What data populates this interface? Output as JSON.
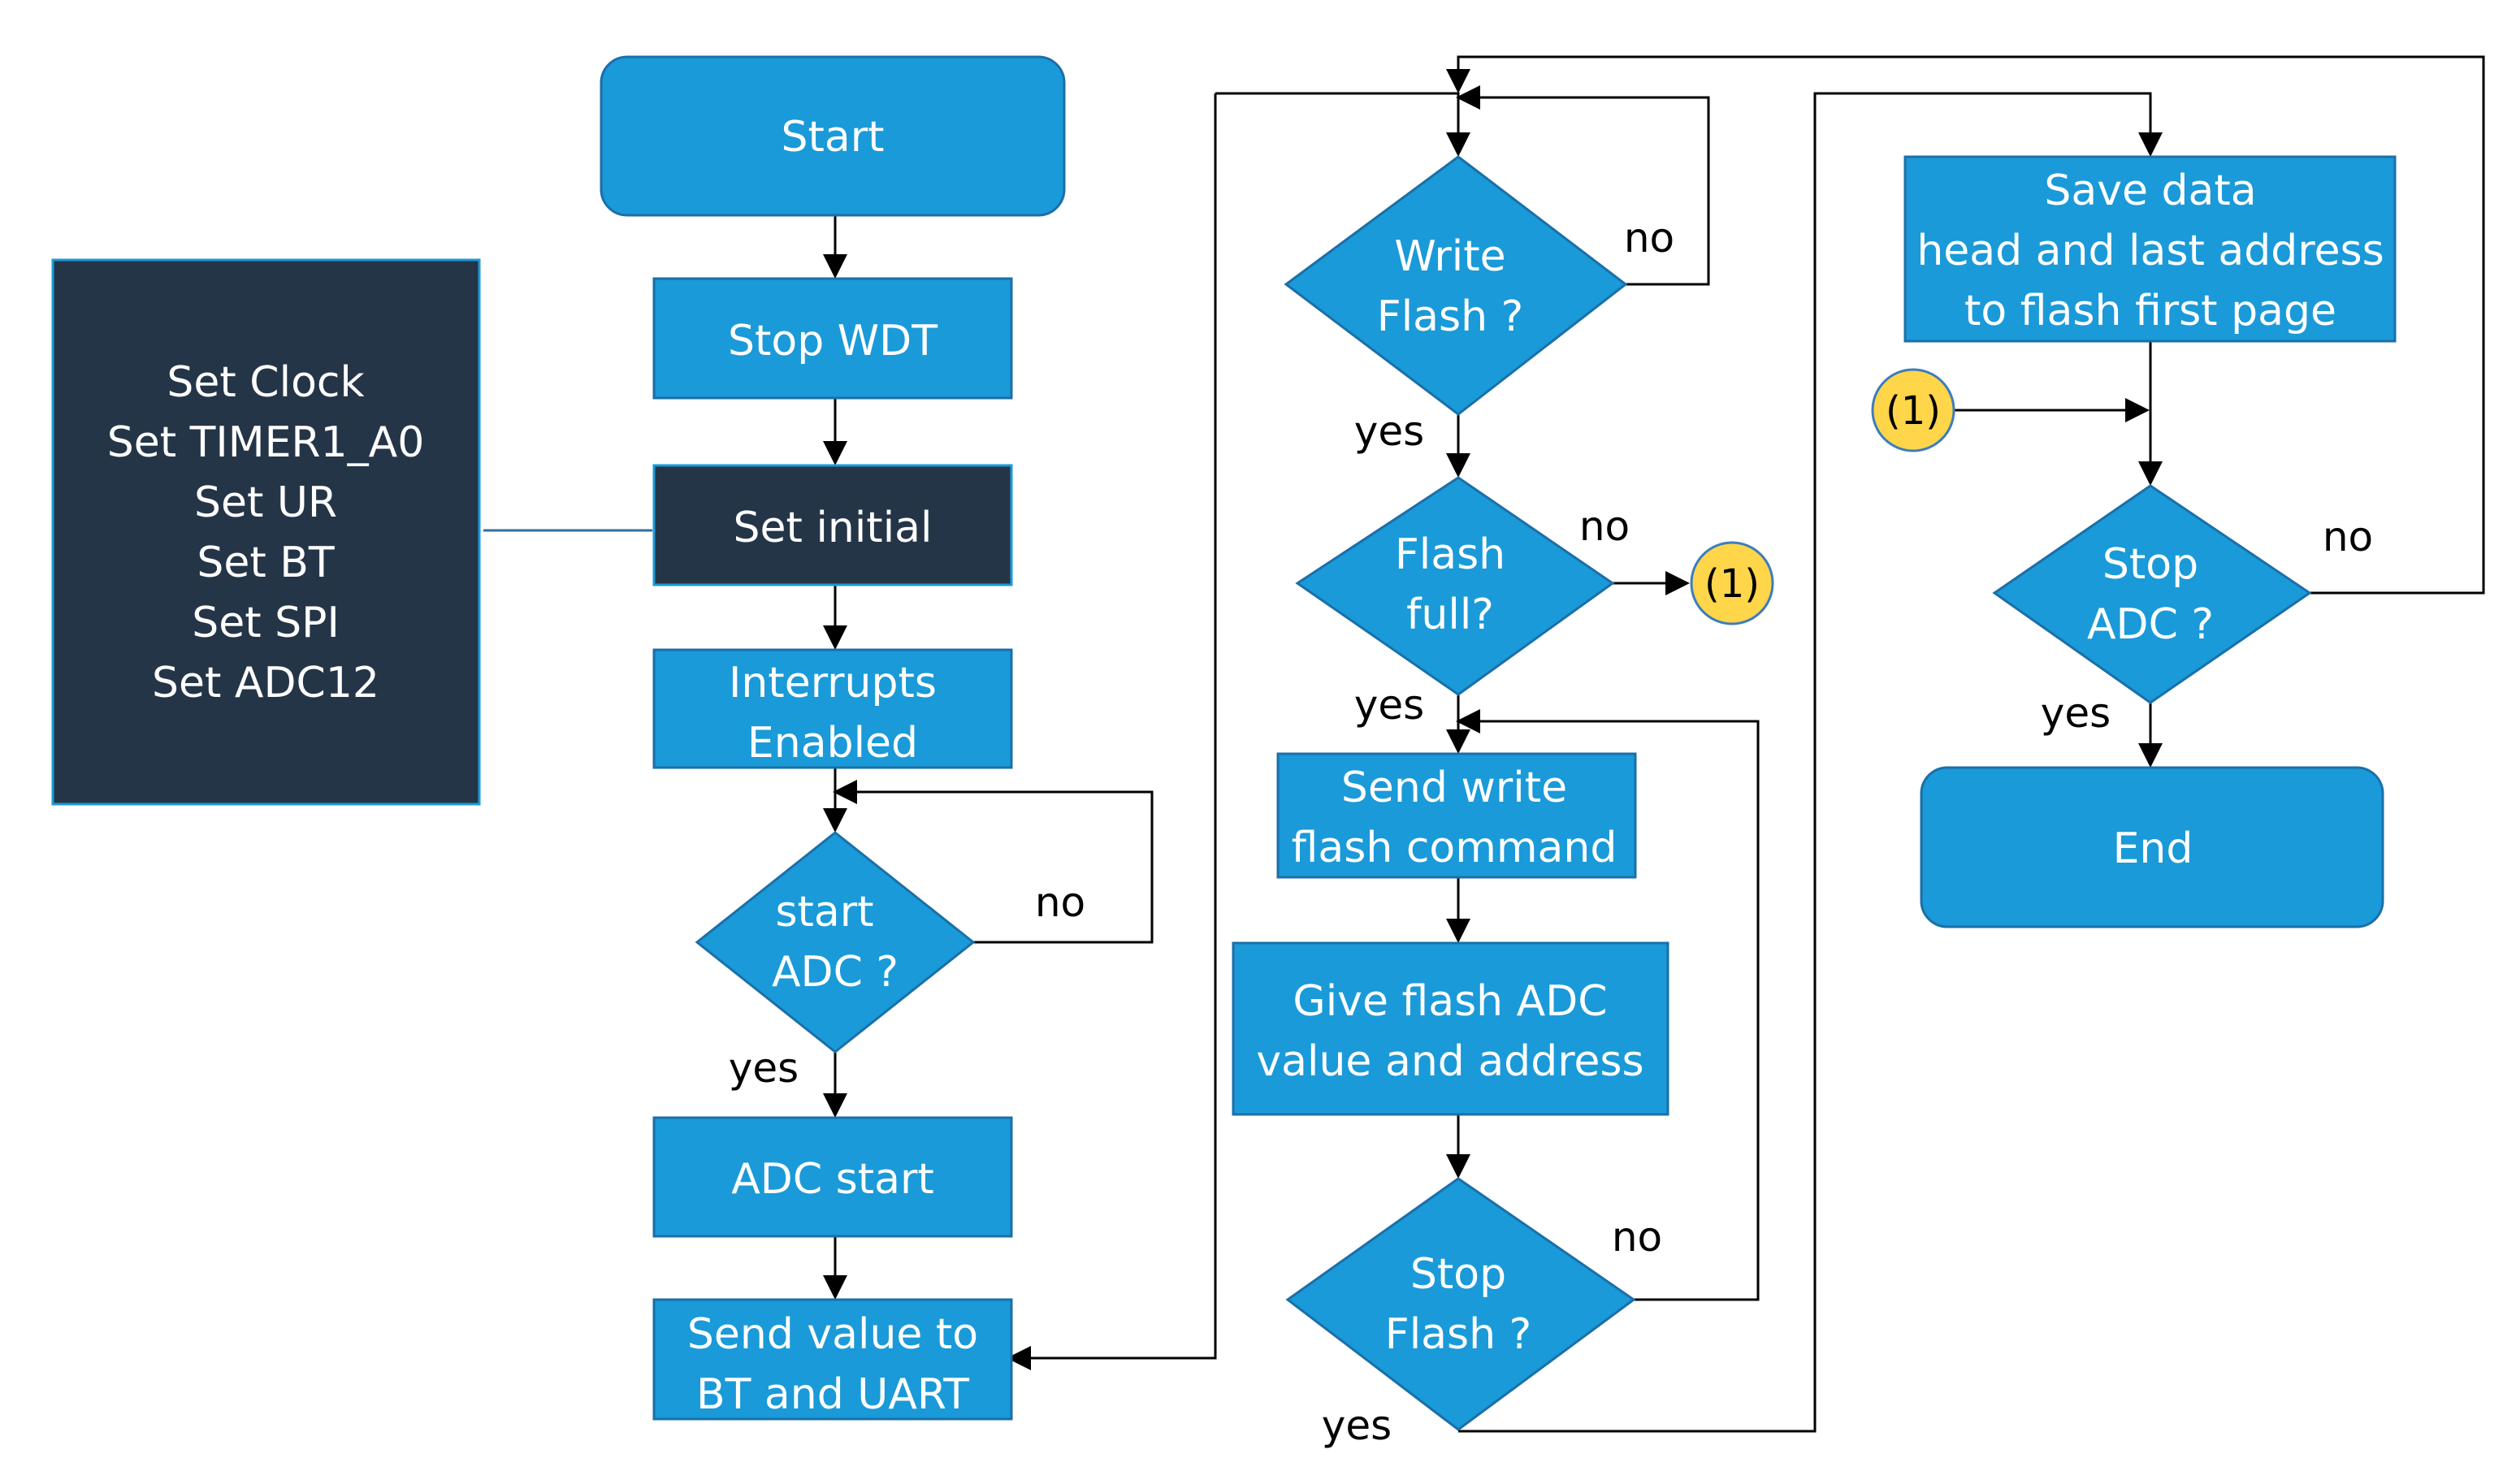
{
  "colors": {
    "process": "#1a9ad8",
    "dark": "#253548",
    "connector": "#ffd54a",
    "connector_border": "#3b7dbd",
    "line": "#000000"
  },
  "main": {
    "start": "Start",
    "stop_wdt": "Stop WDT",
    "set_initial": "Set initial",
    "interrupts": [
      "Interrupts",
      "Enabled"
    ],
    "start_adc": [
      "start",
      "ADC ?"
    ],
    "adc_start": "ADC start",
    "send_value": [
      "Send value to",
      "BT  and UART"
    ]
  },
  "init_panel": {
    "lines": [
      "Set Clock",
      "Set TIMER1_A0",
      "Set UR",
      "Set BT",
      "Set SPI",
      "Set ADC12"
    ]
  },
  "flash": {
    "write_flash": [
      "Write",
      "Flash ?"
    ],
    "flash_full": [
      "Flash",
      "full?"
    ],
    "send_write": [
      "Send write",
      "flash command"
    ],
    "give_flash": [
      "Give flash ADC",
      "value and address"
    ],
    "stop_flash": [
      "Stop",
      "Flash ?"
    ]
  },
  "finish": {
    "save_data": [
      "Save data",
      "head and last address",
      "to flash first page"
    ],
    "stop_adc": [
      "Stop",
      "ADC ?"
    ],
    "end": "End"
  },
  "connectors": {
    "ref_out": "(1)",
    "ref_in": "(1)"
  },
  "edge_labels": {
    "start_adc_no": "no",
    "start_adc_yes": "yes",
    "write_flash_no": "no",
    "write_flash_yes": "yes",
    "flash_full_no": "no",
    "flash_full_yes": "yes",
    "stop_flash_no": "no",
    "stop_flash_yes": "yes",
    "stop_adc_no": "no",
    "stop_adc_yes": "yes"
  }
}
